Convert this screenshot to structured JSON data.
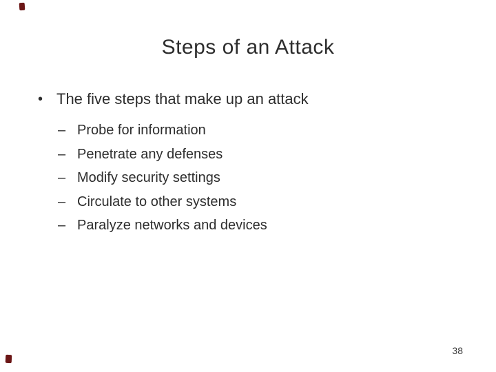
{
  "slide": {
    "title": "Steps of an Attack",
    "bullet": {
      "glyph": "•",
      "text": "The five steps that make up an attack"
    },
    "sub_bullets": {
      "glyph": "–",
      "items": [
        "Probe for information",
        "Penetrate any defenses",
        "Modify security settings",
        "Circulate to other systems",
        "Paralyze networks and devices"
      ]
    },
    "page_number": "38",
    "colors": {
      "text": "#2d2d2d",
      "background": "#ffffff",
      "corner_mark": "#6b1616"
    }
  }
}
